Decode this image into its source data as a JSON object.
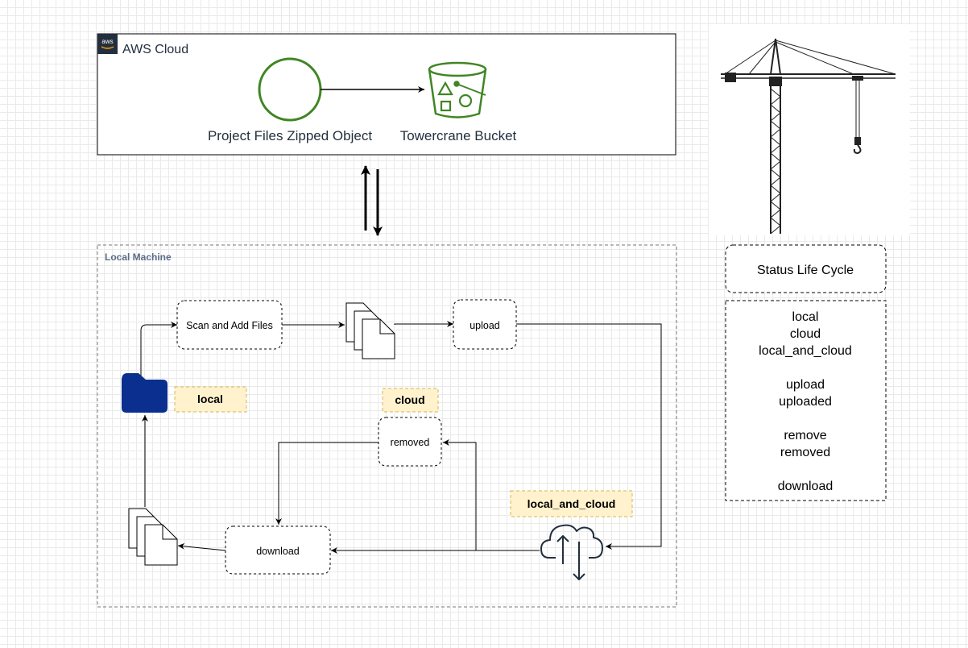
{
  "aws_cloud": {
    "badge": "aws",
    "title": "AWS Cloud",
    "object_label": "Project Files Zipped Object",
    "bucket_label": "Towercrane Bucket",
    "bucket_icon": "s3-bucket-icon",
    "object_icon": "circle-object-icon"
  },
  "local_machine": {
    "title": "Local Machine",
    "scan_label": "Scan and Add Files",
    "upload_label": "upload",
    "removed_label": "removed",
    "download_label": "download",
    "folder_icon": "folder-icon",
    "files_icon": "files-stack-icon",
    "cloud_icon": "cloud-sync-icon"
  },
  "status_tags": {
    "local": "local",
    "cloud": "cloud",
    "local_and_cloud": "local_and_cloud"
  },
  "status_life_cycle": {
    "title": "Status Life Cycle",
    "groups": [
      [
        "local",
        "cloud",
        "local_and_cloud"
      ],
      [
        "upload",
        "uploaded"
      ],
      [
        "remove",
        "removed"
      ],
      [
        "download"
      ]
    ]
  },
  "colors": {
    "aws_green": "#3f8624",
    "folder_blue": "#0b2f8f",
    "tag_fill": "#fff2cc",
    "tag_border": "#d6b656",
    "local_machine_title": "#5a6b86",
    "dashed_border": "#555555"
  }
}
